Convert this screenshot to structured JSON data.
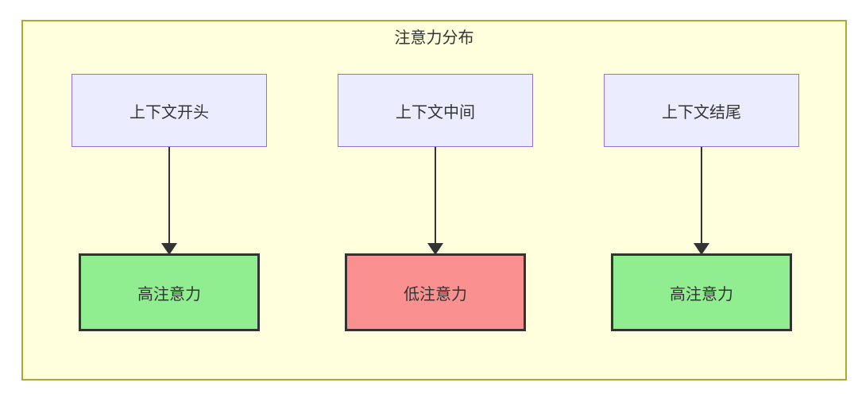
{
  "diagram": {
    "title": "注意力分布",
    "columns": [
      {
        "source": "上下文开头",
        "target": "高注意力",
        "target_fill": "#90EE90"
      },
      {
        "source": "上下文中间",
        "target": "低注意力",
        "target_fill": "#FA9090"
      },
      {
        "source": "上下文结尾",
        "target": "高注意力",
        "target_fill": "#90EE90"
      }
    ],
    "colors": {
      "page_bg": "#FFFFFF",
      "cluster_fill": "#FFFFDE",
      "cluster_border": "#AAAA33",
      "source_fill": "#ECECFF",
      "source_border": "#9370DB",
      "target_border": "#333333",
      "arrow": "#333333",
      "text": "#333333"
    }
  }
}
